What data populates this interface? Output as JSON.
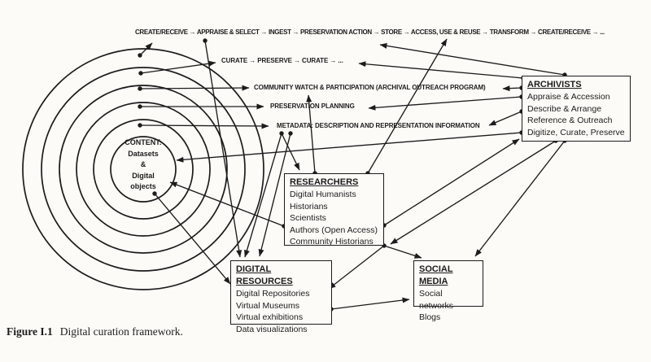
{
  "colors": {
    "ink": "#1c1c1c",
    "paper": "#fcfbf8"
  },
  "lifecycle_labels": {
    "cycle_line": "CREATE/RECEIVE → APPRAISE & SELECT → INGEST → PRESERVATION ACTION → STORE → ACCESS, USE & REUSE → TRANSFORM → CREATE/RECEIVE → ...",
    "curate_line": "CURATE →  PRESERVE → CURATE → ...",
    "community_watch": "COMMUNITY WATCH & PARTICIPATION (ARCHIVAL OUTREACH PROGRAM)",
    "preservation_planning": "PRESERVATION PLANNING",
    "metadata": "METADATA: DESCRIPTION AND REPRESENTATION INFORMATION"
  },
  "core": {
    "lines": [
      "CONTENT:",
      "Datasets",
      "&",
      "Digital",
      "objects"
    ]
  },
  "boxes": {
    "archivists": {
      "title": "ARCHIVISTS",
      "items": [
        "Appraise & Accession",
        "Describe & Arrange",
        "Reference & Outreach",
        "Digitize, Curate, Preserve"
      ]
    },
    "researchers": {
      "title": "RESEARCHERS",
      "items": [
        "Digital Humanists",
        "Historians",
        "Scientists",
        "Authors (Open Access)",
        "Community Historians"
      ]
    },
    "digital_resources": {
      "title": "DIGITAL RESOURCES",
      "items": [
        "Digital Repositories",
        "Virtual Museums",
        "Virtual exhibitions",
        "Data visualizations"
      ]
    },
    "social_media": {
      "title": "SOCIAL MEDIA",
      "items": [
        "Social networks",
        "Blogs"
      ]
    }
  },
  "caption": {
    "figure_label": "Figure I.1",
    "text": "Digital curation framework."
  }
}
